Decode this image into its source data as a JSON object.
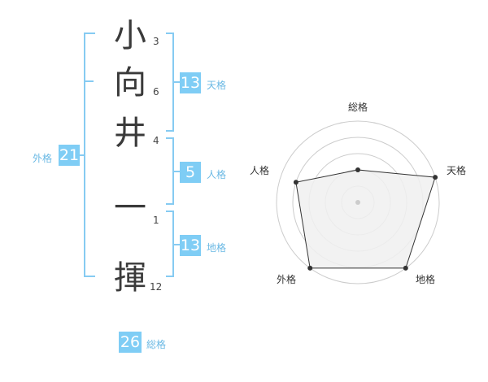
{
  "name_chars": [
    {
      "char": "小",
      "strokes": "3"
    },
    {
      "char": "向",
      "strokes": "6"
    },
    {
      "char": "井",
      "strokes": "4"
    },
    {
      "char": "一",
      "strokes": "1"
    },
    {
      "char": "揮",
      "strokes": "12"
    }
  ],
  "kakusu": {
    "tenkaku": {
      "value": "13",
      "label": "天格"
    },
    "jinkaku": {
      "value": "5",
      "label": "人格"
    },
    "chikaku": {
      "value": "13",
      "label": "地格"
    },
    "gaikaku": {
      "value": "21",
      "label": "外格"
    },
    "soukaku": {
      "value": "26",
      "label": "総格"
    }
  },
  "chart_data": {
    "type": "radar",
    "axes": [
      "総格",
      "天格",
      "地格",
      "外格",
      "人格"
    ],
    "values": [
      0.4,
      1.0,
      1.0,
      1.0,
      0.8
    ],
    "rings": 5,
    "colors": {
      "fill": "#f0f0f0",
      "stroke": "#333333",
      "ring": "#cccccc"
    }
  },
  "colors": {
    "accent": "#7fcdf5",
    "bracket": "#86cbf2"
  }
}
